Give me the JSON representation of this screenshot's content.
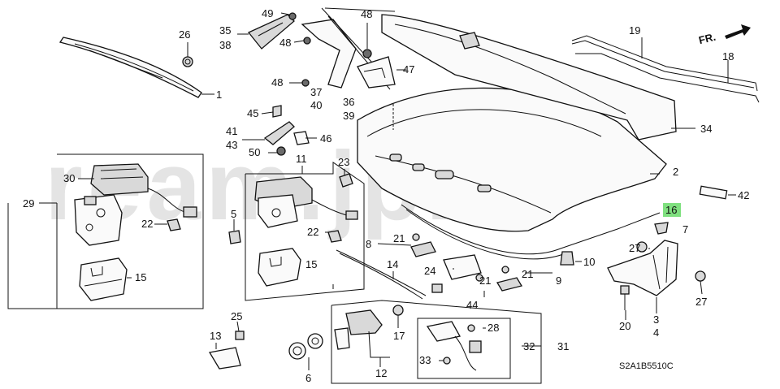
{
  "watermark": "ream.jpn",
  "diagram_code": "S2A1B5510C",
  "direction_label": "FR.",
  "highlight_color": "#7fe07f",
  "callouts": {
    "c1": "1",
    "c2": "2",
    "c3": "3",
    "c4": "4",
    "c5": "5",
    "c6": "6",
    "c7": "7",
    "c8": "8",
    "c9": "9",
    "c10": "10",
    "c11": "11",
    "c12": "12",
    "c13": "13",
    "c14": "14",
    "c15a": "15",
    "c15b": "15",
    "c16": "16",
    "c17": "17",
    "c18": "18",
    "c19": "19",
    "c20": "20",
    "c21a": "21",
    "c21b": "21",
    "c21c": "21",
    "c22a": "22",
    "c22b": "22",
    "c23": "23",
    "c24": "24",
    "c25": "25",
    "c26": "26",
    "c27a": "27",
    "c27b": "27",
    "c28": "28",
    "c29": "29",
    "c30": "30",
    "c31": "31",
    "c32": "32",
    "c33": "33",
    "c34": "34",
    "c35": "35",
    "c36": "36",
    "c37": "37",
    "c38": "38",
    "c39": "39",
    "c40": "40",
    "c41": "41",
    "c42": "42",
    "c43": "43",
    "c44": "44",
    "c45": "45",
    "c46": "46",
    "c47": "47",
    "c48a": "48",
    "c48b": "48",
    "c48c": "48",
    "c49": "49",
    "c50": "50"
  }
}
